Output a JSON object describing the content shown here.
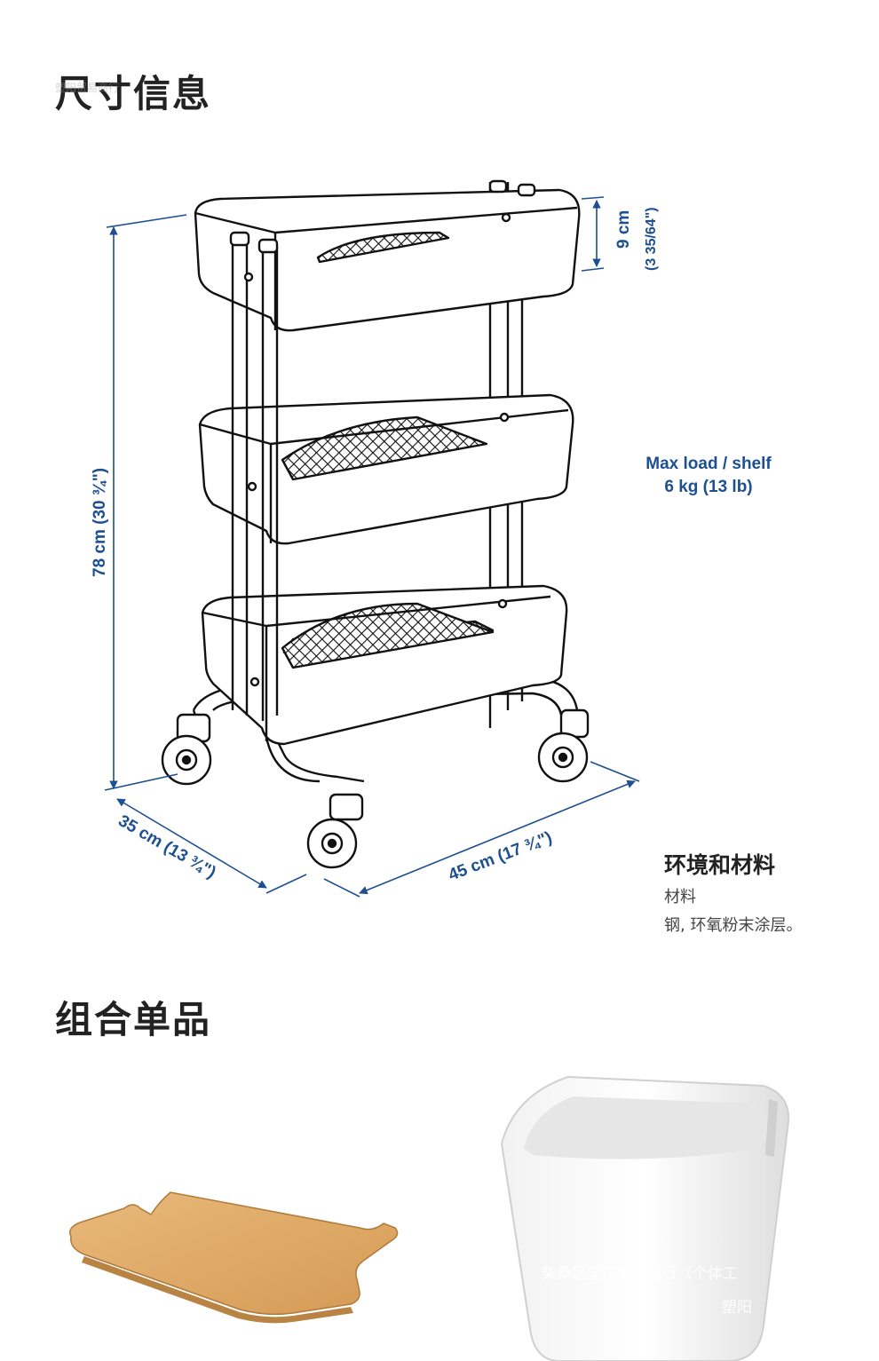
{
  "sections": {
    "dimensions_title": "尺寸信息",
    "bundle_title": "组合单品"
  },
  "dimensions": {
    "height": "78 cm (30 ¾\")",
    "basket_depth_cm": "9 cm",
    "basket_depth_in": "(3 35/64\")",
    "width": "35 cm (13 ¾\")",
    "length": "45 cm (17 ¾\")"
  },
  "load": {
    "line1": "Max load / shelf",
    "line2": "6 kg (13 lb)"
  },
  "environment": {
    "title": "环境和材料",
    "subtitle": "材料",
    "text": "钢, 环氧粉末涂层。"
  },
  "watermark": {
    "line1": "柴桑区塑阳贸易商行（个体工",
    "line2": "塑阳",
    "ghost": "塑阳贸易商行"
  },
  "colors": {
    "dimension_blue": "#1d4f91",
    "heading": "#222222"
  }
}
